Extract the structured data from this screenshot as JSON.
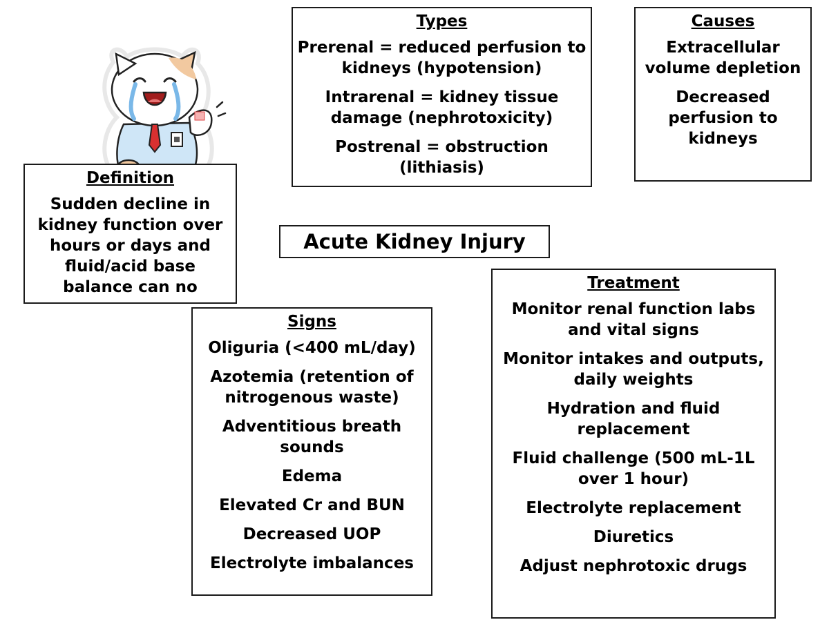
{
  "title": "Acute Kidney Injury",
  "types": {
    "heading": "Types",
    "items": [
      "Prerenal = reduced perfusion to kidneys (hypotension)",
      "Intrarenal = kidney tissue damage (nephrotoxicity)",
      "Postrenal = obstruction (lithiasis)"
    ]
  },
  "causes": {
    "heading": "Causes",
    "items": [
      "Extracellular volume depletion",
      "Decreased perfusion to kidneys"
    ]
  },
  "definition": {
    "heading": "Definition",
    "items": [
      "Sudden decline in kidney function over hours or days and fluid/acid base balance can no"
    ]
  },
  "signs": {
    "heading": "Signs",
    "items": [
      "Oliguria  (<400 mL/day)",
      "Azotemia (retention of nitrogenous waste)",
      "Adventitious breath sounds",
      "Edema",
      "Elevated Cr and BUN",
      "Decreased UOP",
      "Electrolyte imbalances"
    ]
  },
  "treatment": {
    "heading": "Treatment",
    "items": [
      "Monitor renal function labs and vital signs",
      "Monitor intakes and outputs, daily weights",
      "Hydration and fluid replacement",
      "Fluid challenge (500 mL-1L over 1 hour)",
      "Electrolyte replacement",
      "Diuretics",
      "Adjust nephrotoxic drugs"
    ]
  },
  "icons": {
    "mascot": "crying-cat-sticker"
  },
  "colors": {
    "border": "#1a1a1a",
    "text": "#000000",
    "background": "#ffffff"
  }
}
